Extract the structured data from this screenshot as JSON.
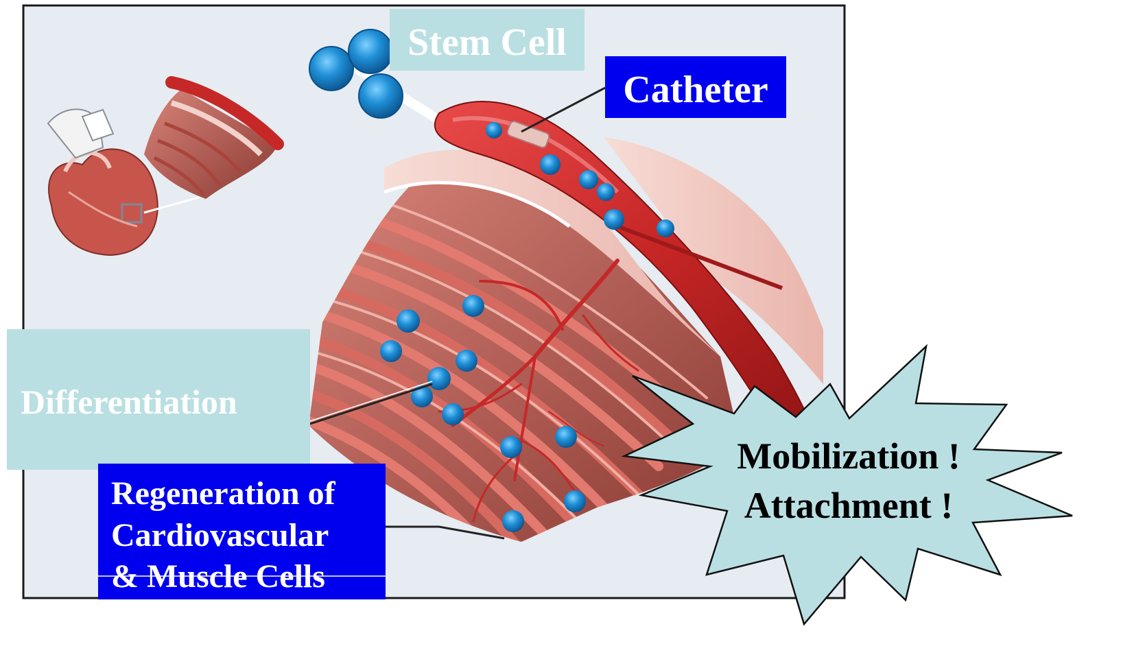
{
  "labels": {
    "stem_cell": "Stem Cell",
    "catheter": "Catheter",
    "differentiation": "Differentiation",
    "regeneration": [
      "Regeneration of",
      "Cardiovascular",
      "& Muscle Cells"
    ],
    "burst": [
      "Mobilization !",
      "Attachment !"
    ]
  },
  "colors": {
    "panel_bg": "#e6ecf1",
    "frame": "#1a1a1a",
    "light_label_bg": "#b9dfe2",
    "light_label_text": "#ffffff",
    "dark_label_bg": "#0000ee",
    "dark_label_text": "#ffffff",
    "burst_fill": "#b9dfe2",
    "burst_text": "#000000",
    "vessel": "#d32f2f",
    "muscle": "#c0504d",
    "cell": "#1e88c8"
  },
  "icons": [
    "heart-illustration",
    "stem-cell-icon",
    "catheter-icon",
    "blood-vessel",
    "muscle-tissue"
  ]
}
